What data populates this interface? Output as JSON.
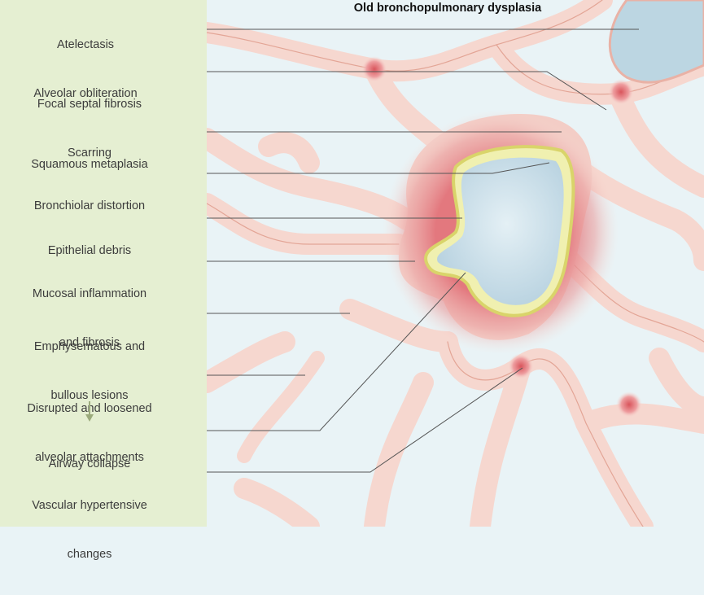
{
  "title": "Old bronchopulmonary dysplasia",
  "labels": [
    {
      "id": "atelectasis",
      "lines": [
        "Atelectasis",
        "Alveolar obliteration"
      ]
    },
    {
      "id": "focal-septal-fibrosis",
      "lines": [
        "Focal septal fibrosis",
        "Scarring"
      ]
    },
    {
      "id": "squamous-metaplasia",
      "lines": [
        "Squamous metaplasia"
      ]
    },
    {
      "id": "bronchiolar-distortion",
      "lines": [
        "Bronchiolar distortion"
      ]
    },
    {
      "id": "epithelial-debris",
      "lines": [
        "Epithelial debris"
      ]
    },
    {
      "id": "mucosal-inflammation",
      "lines": [
        "Mucosal inflammation",
        "and fibrosis"
      ]
    },
    {
      "id": "emphysematous",
      "lines": [
        "Emphysematous and",
        "bullous lesions"
      ]
    },
    {
      "id": "disrupted-attachments",
      "lines": [
        "Disrupted and loosened",
        "alveolar attachments"
      ]
    },
    {
      "id": "airway-collapse",
      "lines": [
        "Airway collapse"
      ]
    },
    {
      "id": "vascular-hypertensive",
      "lines": [
        "Vascular hypertensive",
        "changes"
      ]
    }
  ],
  "colors": {
    "panel": "#e5efd2",
    "background": "#e9f3f6",
    "tissue_fill": "#f8ddd5",
    "tissue_edge": "#e7a79b",
    "inflammation": "#e2737a",
    "lumen": "#cfe2ec",
    "leader_line": "#555555",
    "arrow": "#9bab7c"
  }
}
